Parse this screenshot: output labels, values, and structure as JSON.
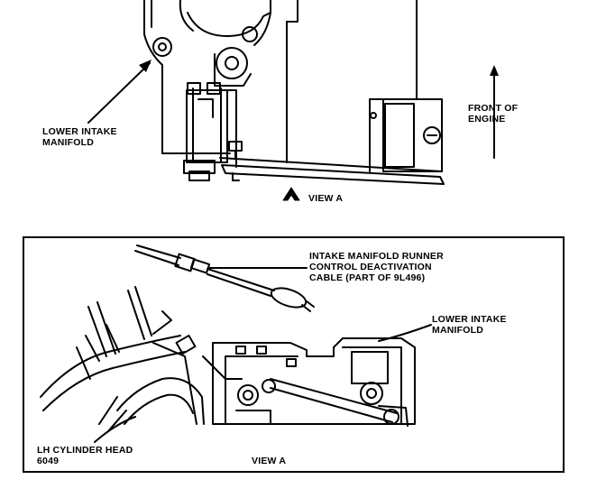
{
  "top_view": {
    "lower_intake_manifold": "LOWER INTAKE\nMANIFOLD",
    "front_of_engine": "FRONT OF\nENGINE",
    "view_marker": "VIEW A"
  },
  "detail_view": {
    "intake_cable": "INTAKE MANIFOLD RUNNER\nCONTROL DEACTIVATION\nCABLE (PART OF 9L496)",
    "lower_intake_manifold": "LOWER INTAKE\nMANIFOLD",
    "lh_cylinder_head": "LH CYLINDER HEAD\n6049",
    "view_title": "VIEW A"
  }
}
